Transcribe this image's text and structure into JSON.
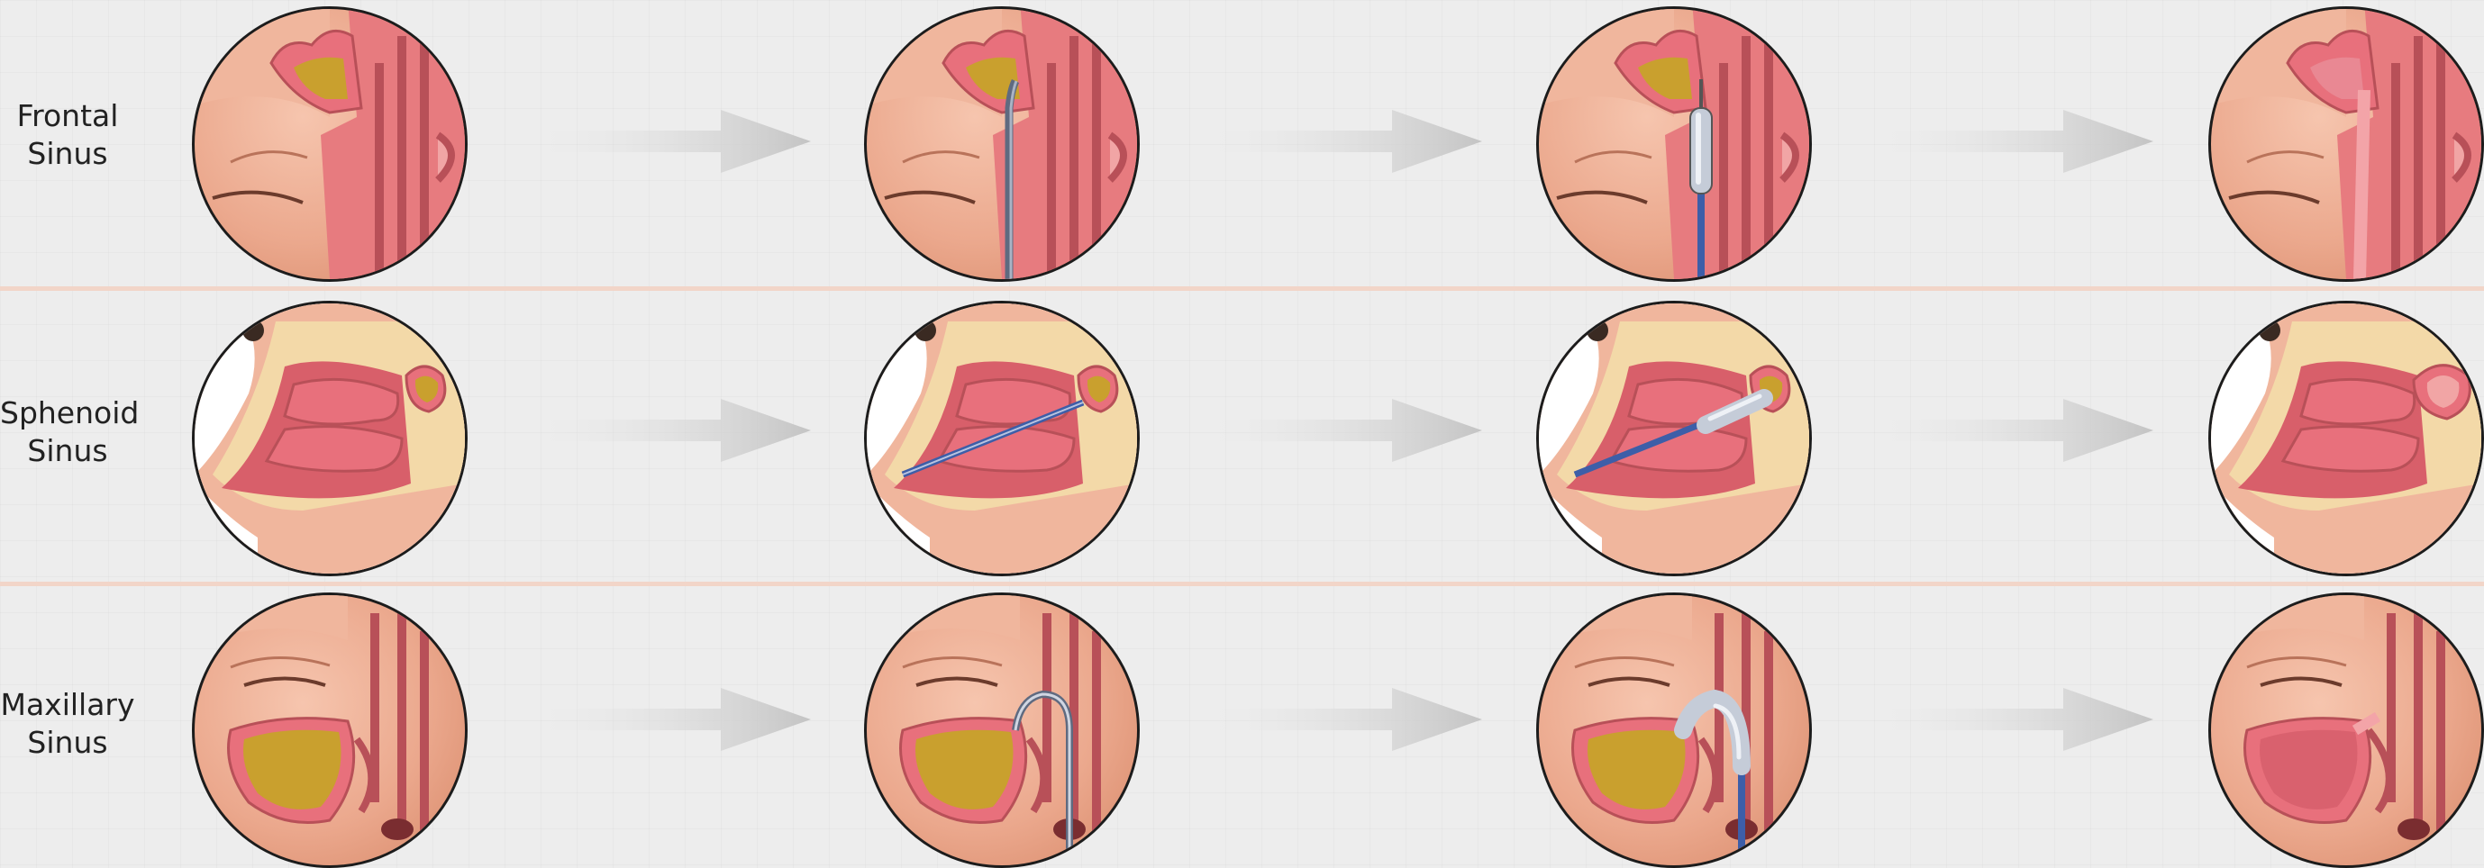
{
  "rows": [
    {
      "label_line1": "Frontal",
      "label_line2": "Sinus"
    },
    {
      "label_line1": "Sphenoid",
      "label_line2": "Sinus"
    },
    {
      "label_line1": "Maxillary",
      "label_line2": "Sinus"
    }
  ],
  "stages": [
    "blocked",
    "guide-inserted",
    "balloon-inflated",
    "opened"
  ],
  "colors": {
    "skin": "#eba88d",
    "tissue": "#e8707c",
    "mucus": "#c9a02e",
    "instrument": "#3d5ea8",
    "arrow": "#cfcfcf",
    "divider": "#f2d5c8"
  }
}
